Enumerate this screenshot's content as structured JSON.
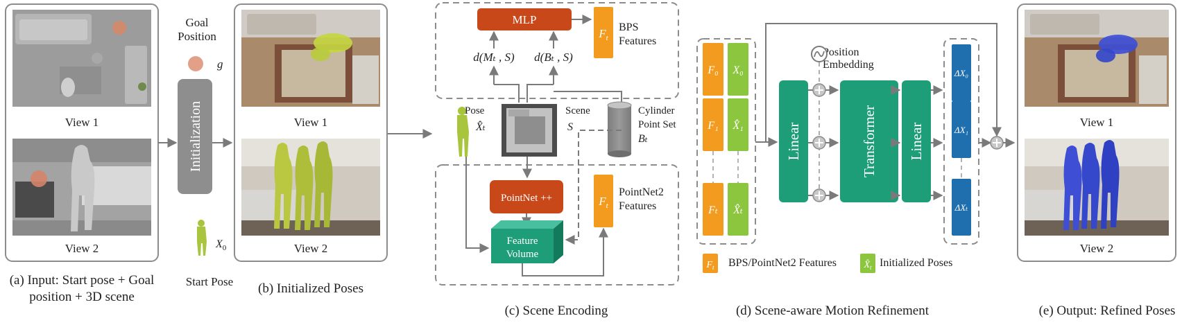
{
  "panel_a": {
    "view1": "View 1",
    "view2": "View 2",
    "goal_line1": "Goal",
    "goal_line2": "Position",
    "goal_symbol": "g",
    "init_label": "Initialization",
    "start_symbol": "X",
    "start_symbol_sub": "0",
    "start_label": "Start Pose",
    "caption_line1": "(a) Input: Start pose + Goal",
    "caption_line2": "position + 3D scene"
  },
  "panel_b": {
    "view1": "View 1",
    "view2": "View 2",
    "caption": "(b) Initialized Poses"
  },
  "panel_c": {
    "mlp": "MLP",
    "ft_letter": "F",
    "ft_sub": "t",
    "bps_line1": "BPS",
    "bps_line2": "Features",
    "dist_m": "d(Mₜ , S)",
    "dist_b": "d(Bₜ , S)",
    "pose_label": "Pose",
    "pose_symbol": "X̂ₜ",
    "scene_label": "Scene",
    "scene_symbol": "S",
    "cyl_line1": "Cylinder",
    "cyl_line2": "Point Set",
    "cyl_symbol": "Bₜ",
    "pointnet": "PointNet ++",
    "fv_line1": "Feature",
    "fv_line2": "Volume",
    "pn2_line1": "PointNet2",
    "pn2_line2": "Features",
    "caption": "(c) Scene Encoding"
  },
  "panel_d": {
    "f_items": [
      "F₀",
      "F₁",
      "Fₜ"
    ],
    "x_items": [
      "X₀",
      "X̂₁",
      "X̂ₜ"
    ],
    "pos_line1": "Position",
    "pos_line2": "Embedding",
    "linear1": "Linear",
    "transformer": "Transformer",
    "linear2": "Linear",
    "delta_items": [
      "ΔX₀",
      "ΔX₁",
      "ΔXₜ"
    ],
    "legend_ft_letter": "F",
    "legend_ft_sub": "t",
    "legend_ft_text": "BPS/PointNet2 Features",
    "legend_x_letter": "X̂",
    "legend_x_sub": "t",
    "legend_x_text": "Initialized Poses",
    "caption": "(d) Scene-aware Motion Refinement"
  },
  "panel_e": {
    "view1": "View 1",
    "view2": "View 2",
    "caption": "(e) Output: Refined Poses"
  },
  "colors": {
    "orange": "#F29B1E",
    "green": "#8CC63F",
    "teal": "#1E9E78",
    "blue": "#1F6FAE",
    "rust": "#C9481A",
    "gray": "#8A8A8A",
    "border": "#8C8C8C",
    "yellow_human": "#B5C63A",
    "blue_human": "#3E4FD6"
  }
}
